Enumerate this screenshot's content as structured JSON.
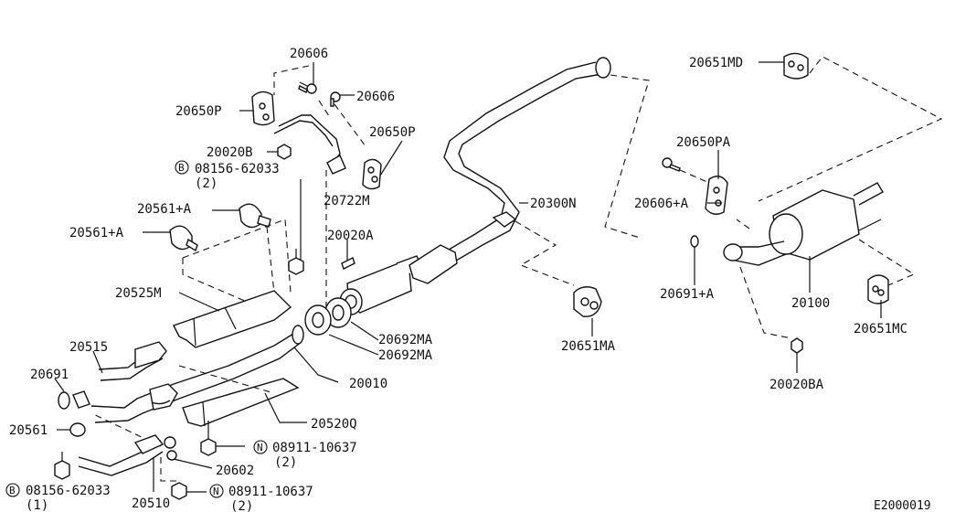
{
  "diagram_id": "E2000019",
  "labels": {
    "p20606_top": "20606",
    "p20606_mid": "20606",
    "p20650P_left": "20650P",
    "p20650P_right": "20650P",
    "p20020B": "20020B",
    "b08156_62033_top": "08156-62033",
    "b08156_62033_top_qty": "(2)",
    "p20722M": "20722M",
    "p20561A_top": "20561+A",
    "p20561A_left": "20561+A",
    "p20020A": "20020A",
    "p20525M": "20525M",
    "p20692MA_1": "20692MA",
    "p20692MA_2": "20692MA",
    "p20515": "20515",
    "p20691": "20691",
    "p20010": "20010",
    "p20561": "20561",
    "p20520Q": "20520Q",
    "n08911_10637_top": "08911-10637",
    "n08911_10637_top_qty": "(2)",
    "p20602": "20602",
    "b08156_62033_bot": "08156-62033",
    "b08156_62033_bot_qty": "(1)",
    "p20510": "20510",
    "n08911_10637_bot": "08911-10637",
    "n08911_10637_bot_qty": "(2)",
    "p20300N": "20300N",
    "p20651MA": "20651MA",
    "p20651MD": "20651MD",
    "p20650PA": "20650PA",
    "p20606A": "20606+A",
    "p20691A": "20691+A",
    "p20100": "20100",
    "p20651MC": "20651MC",
    "p20020BA": "20020BA"
  },
  "symbols": {
    "bolt_prefix": "B",
    "nut_prefix": "N"
  }
}
